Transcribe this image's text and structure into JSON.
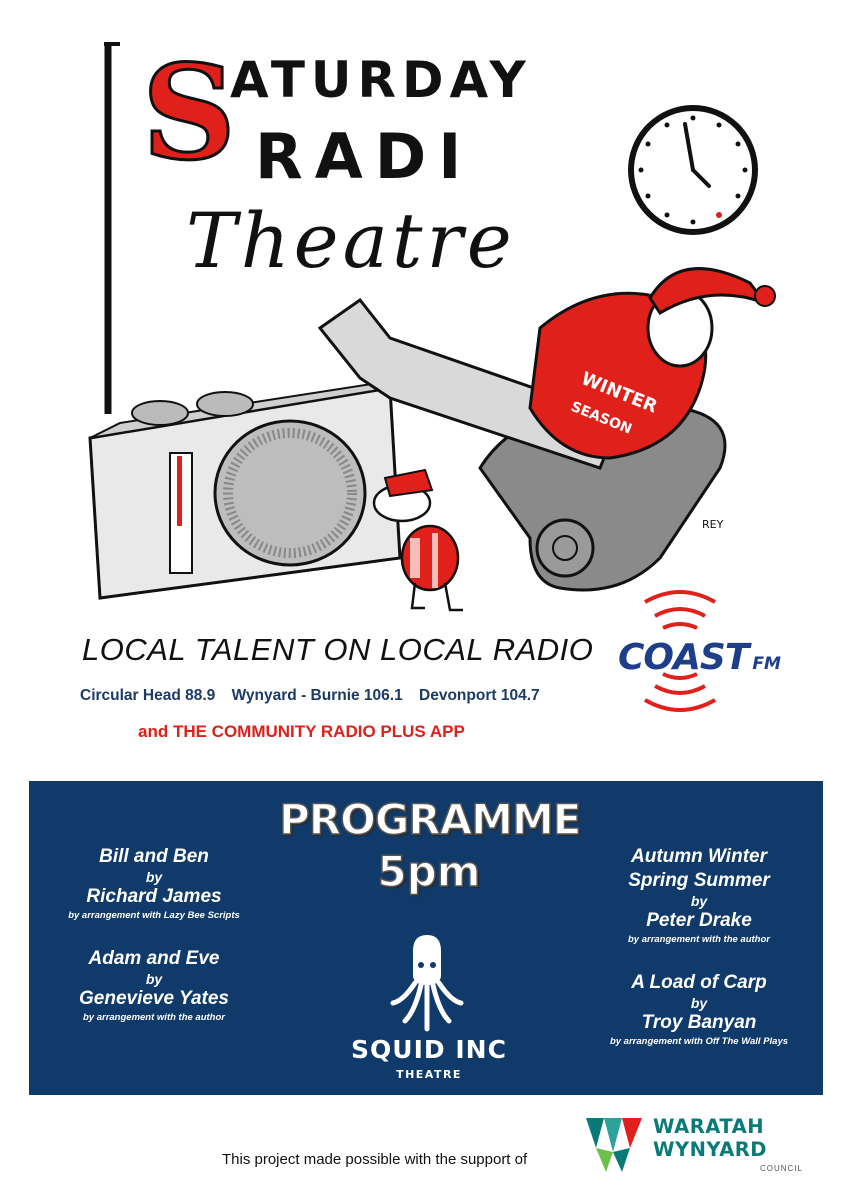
{
  "title": {
    "cap_s": "S",
    "line1": "ATURDAY",
    "line2": "RADI",
    "line3": "Theatre"
  },
  "illustration": {
    "sweater_line1": "WINTER",
    "sweater_line2": "SEASON",
    "artist_signature": "REY"
  },
  "tagline": "LOCAL TALENT ON LOCAL RADIO",
  "frequencies": [
    "Circular Head 88.9",
    "Wynyard - Burnie 106.1",
    "Devonport 104.7"
  ],
  "app_line": "and THE COMMUNITY RADIO PLUS APP",
  "coast_logo": {
    "main": "COAST",
    "suffix": "FM"
  },
  "programme": {
    "heading": "PROGRAMME",
    "time": "5pm",
    "plays_left": [
      {
        "title": "Bill and Ben",
        "by": "by",
        "author": "Richard James",
        "note": "by arrangement with Lazy Bee Scripts"
      },
      {
        "title": "Adam and Eve",
        "by": "by",
        "author": "Genevieve  Yates",
        "note": "by arrangement with the author"
      }
    ],
    "plays_right": [
      {
        "title": "Autumn Winter",
        "title2": "Spring Summer",
        "by": "by",
        "author": "Peter Drake",
        "note": "by arrangement with the author"
      },
      {
        "title": "A Load of Carp",
        "by": "by",
        "author": "Troy Banyan",
        "note": "by arrangement with Off The Wall Plays"
      }
    ],
    "squid_logo": {
      "main": "SQUID INC",
      "sub": "THEATRE"
    }
  },
  "footer": {
    "support_text": "This project made possible with the support of",
    "council_line1": "WARATAH",
    "council_line2": "WYNYARD",
    "council_line3": "COUNCIL"
  },
  "colors": {
    "accent_red": "#e0201a",
    "panel_blue": "#103a69",
    "coast_blue": "#1f3e8a",
    "waratah_teal": "#0a7a78"
  }
}
